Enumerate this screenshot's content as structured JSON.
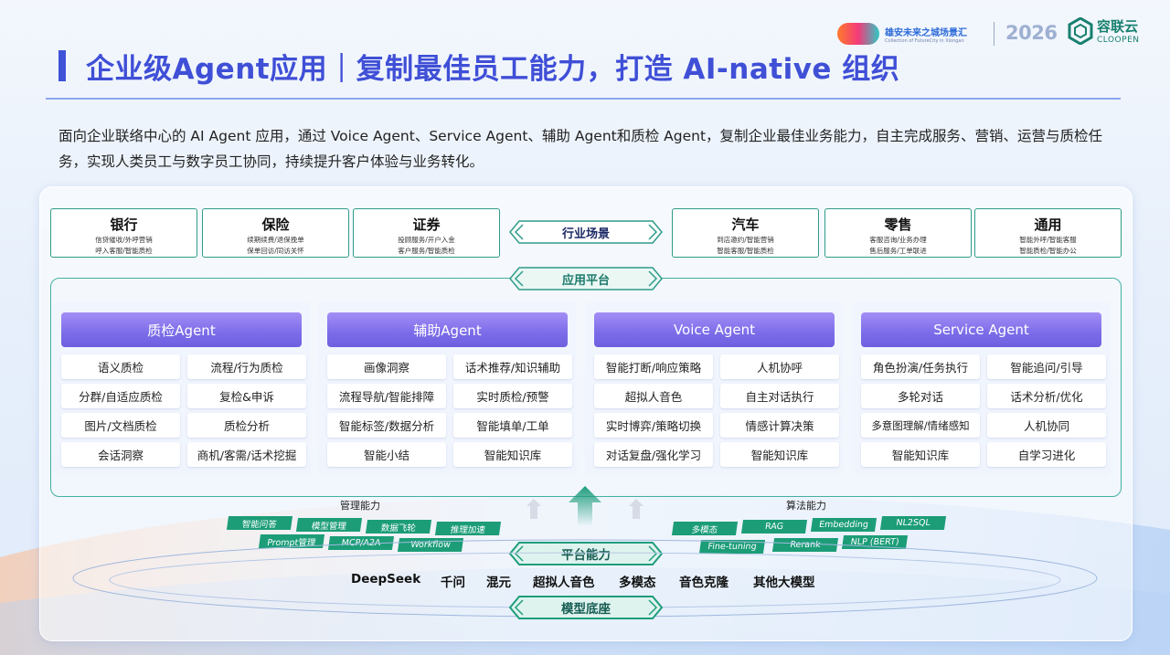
{
  "header": {
    "title": "企业级Agent应用｜复制最佳员工能力，打造 AI-native 组织",
    "partner_name": "雄安未来之城场景汇",
    "partner_sub": "Collection of FutureCity in Xiongan",
    "year": "2026",
    "brand_cn": "容联云",
    "brand_en": "CLOOPEN"
  },
  "intro": "面向企业联络中心的 AI Agent 应用，通过 Voice Agent、Service Agent、辅助 Agent和质检 Agent，复制企业最佳业务能力，自主完成服务、营销、运营与质检任务，实现人类员工与数字员工协同，持续提升客户体验与业务转化。",
  "industries": [
    {
      "name": "银行",
      "l1": "信贷催收/外呼营销",
      "l2": "呼入客服/智能质检"
    },
    {
      "name": "保险",
      "l1": "续期续费/退保挽单",
      "l2": "保单回访/同访关怀"
    },
    {
      "name": "证券",
      "l1": "投顾服务/开户入金",
      "l2": "客户服务/智能质检"
    },
    {
      "name": "汽车",
      "l1": "到店邀约/智能营销",
      "l2": "智能客服/智能质检"
    },
    {
      "name": "零售",
      "l1": "客服咨询/业务办理",
      "l2": "售后服务/工单联进"
    },
    {
      "name": "通用",
      "l1": "智能外呼/智能客服",
      "l2": "智能质检/智能办公"
    }
  ],
  "tags": {
    "industry_scene": "行业场景",
    "app_platform": "应用平台",
    "platform_capability": "平台能力",
    "model_base": "模型底座"
  },
  "agents": [
    {
      "title": "质检Agent",
      "items": [
        "语义质检",
        "流程/行为质检",
        "分群/自适应质检",
        "复检&申诉",
        "图片/文档质检",
        "质检分析",
        "会话洞察",
        "商机/客需/话术挖掘"
      ]
    },
    {
      "title": "辅助Agent",
      "items": [
        "画像洞察",
        "话术推荐/知识辅助",
        "流程导航/智能排障",
        "实时质检/预警",
        "智能标签/数据分析",
        "智能填单/工单",
        "智能小结",
        "智能知识库"
      ]
    },
    {
      "title": "Voice Agent",
      "items": [
        "智能打断/响应策略",
        "人机协呼",
        "超拟人音色",
        "自主对话执行",
        "实时博弈/策略切换",
        "情感计算决策",
        "对话复盘/强化学习",
        "智能知识库"
      ]
    },
    {
      "title": "Service Agent",
      "items": [
        "角色扮演/任务执行",
        "智能追问/引导",
        "多轮对话",
        "话术分析/优化",
        "多意图理解/情绪感知",
        "人机协同",
        "智能知识库",
        "自学习进化"
      ]
    }
  ],
  "management": {
    "label": "管理能力",
    "row1": [
      "智能问答",
      "模型管理",
      "数据飞轮",
      "推理加速"
    ],
    "row2": [
      "Prompt管理",
      "MCP/A2A",
      "Workflow"
    ]
  },
  "algorithm": {
    "label": "算法能力",
    "row1": [
      "多模态",
      "RAG",
      "Embedding",
      "NL2SQL"
    ],
    "row2": [
      "Fine-tuning",
      "Rerank",
      "NLP (BERT)"
    ]
  },
  "models": [
    "DeepSeek",
    "千问",
    "混元",
    "超拟人音色",
    "多模态",
    "音色克隆",
    "其他大模型"
  ],
  "colors": {
    "title": "#3f4fd6",
    "agent_header": "#7b6ce8",
    "teal": "#2f9b8a",
    "chip": "#1c9d78"
  }
}
